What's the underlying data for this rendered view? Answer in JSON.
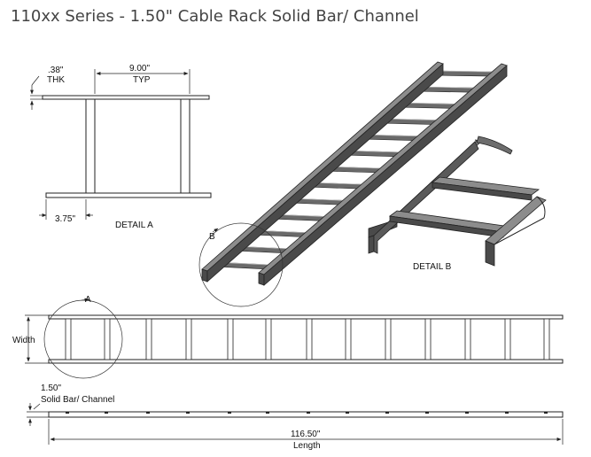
{
  "title": "110xx Series - 1.50\" Cable Rack Solid Bar/ Channel",
  "detail_a": {
    "thk_value": ".38\"",
    "thk_label": "THK",
    "spacing_value": "9.00\"",
    "spacing_label": "TYP",
    "offset_value": "3.75\"",
    "caption": "DETAIL A"
  },
  "detail_b": {
    "caption": "DETAIL B"
  },
  "callouts": {
    "a": "A",
    "b": "B"
  },
  "plan": {
    "width_label": "Width"
  },
  "elevation": {
    "bar_value": "1.50\"",
    "bar_label": "Solid Bar/ Channel",
    "length_value": "116.50\"",
    "length_label": "Length"
  },
  "colors": {
    "metal_top": "#8c8c8c",
    "metal_side": "#4a4a4a",
    "line": "#222222",
    "title": "#444444"
  }
}
